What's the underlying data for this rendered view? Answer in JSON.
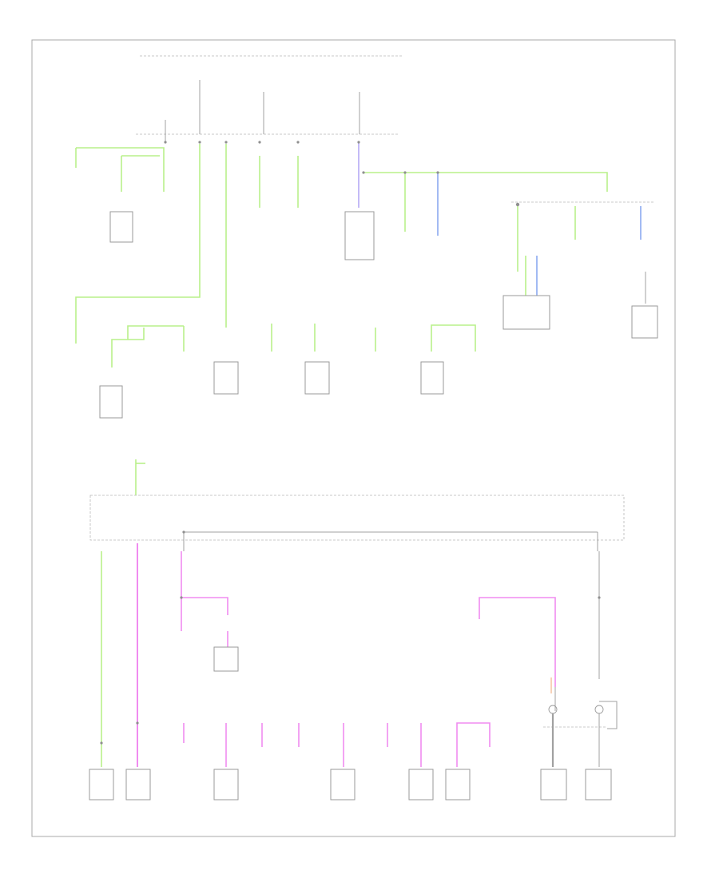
{
  "diagram": {
    "colors": {
      "green": "#b9f08a",
      "pink": "#f08cf0",
      "blue": "#8aa8f0",
      "purple": "#b6a8f5",
      "gray": "#a0a0a0",
      "orange": "#f2b48a"
    },
    "components": [
      {
        "name": "component-fuse-box-top",
        "label": ""
      },
      {
        "name": "component-relay-1",
        "label": ""
      },
      {
        "name": "component-relay-2",
        "label": ""
      },
      {
        "name": "component-relay-3",
        "label": ""
      },
      {
        "name": "component-relay-4",
        "label": ""
      },
      {
        "name": "component-relay-5",
        "label": ""
      },
      {
        "name": "component-relay-6",
        "label": ""
      },
      {
        "name": "component-relay-7",
        "label": ""
      },
      {
        "name": "component-relay-8",
        "label": ""
      },
      {
        "name": "component-relay-9",
        "label": ""
      },
      {
        "name": "component-fuse-box-bottom",
        "label": ""
      },
      {
        "name": "component-switch-1",
        "label": ""
      },
      {
        "name": "component-switch-2",
        "label": ""
      },
      {
        "name": "component-switch-3",
        "label": ""
      },
      {
        "name": "component-switch-4",
        "label": ""
      },
      {
        "name": "component-switch-5",
        "label": ""
      },
      {
        "name": "component-switch-6",
        "label": ""
      },
      {
        "name": "component-switch-7",
        "label": ""
      },
      {
        "name": "component-switch-8",
        "label": ""
      }
    ]
  }
}
